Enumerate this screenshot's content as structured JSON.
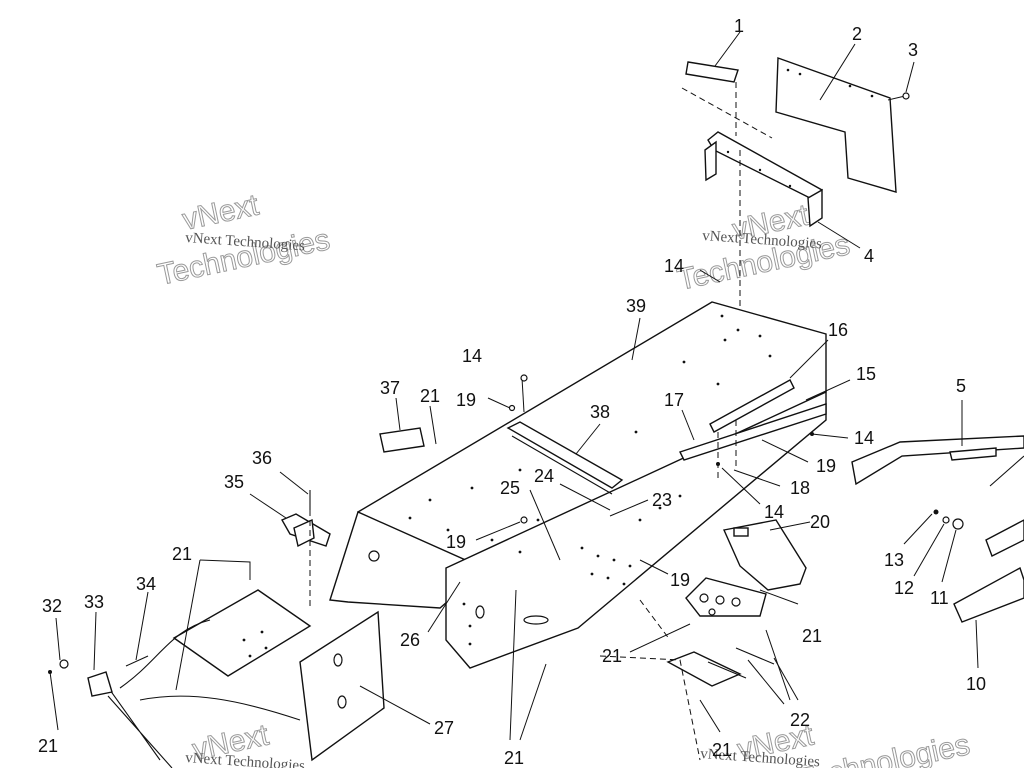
{
  "watermark": {
    "small_text": "vNext Technologies",
    "big_line1": "vNext",
    "big_line2": "Technologies"
  },
  "callouts": {
    "p1": "1",
    "p2": "2",
    "p3": "3",
    "p4": "4",
    "p5": "5",
    "p10": "10",
    "p11": "11",
    "p12": "12",
    "p13": "13",
    "p14_top": "14",
    "p14_mid": "14",
    "p14_right": "14",
    "p14_lower": "14",
    "p15": "15",
    "p16": "16",
    "p17": "17",
    "p18": "18",
    "p19_a": "19",
    "p19_b": "19",
    "p19_c": "19",
    "p19_d": "19",
    "p20": "20",
    "p21_a": "21",
    "p21_b": "21",
    "p21_c": "21",
    "p21_d": "21",
    "p21_e": "21",
    "p21_f": "21",
    "p21_g": "21",
    "p22": "22",
    "p23": "23",
    "p24": "24",
    "p25": "25",
    "p26": "26",
    "p27": "27",
    "p32": "32",
    "p33": "33",
    "p34": "34",
    "p35": "35",
    "p36": "36",
    "p37": "37",
    "p38": "38",
    "p39": "39"
  }
}
